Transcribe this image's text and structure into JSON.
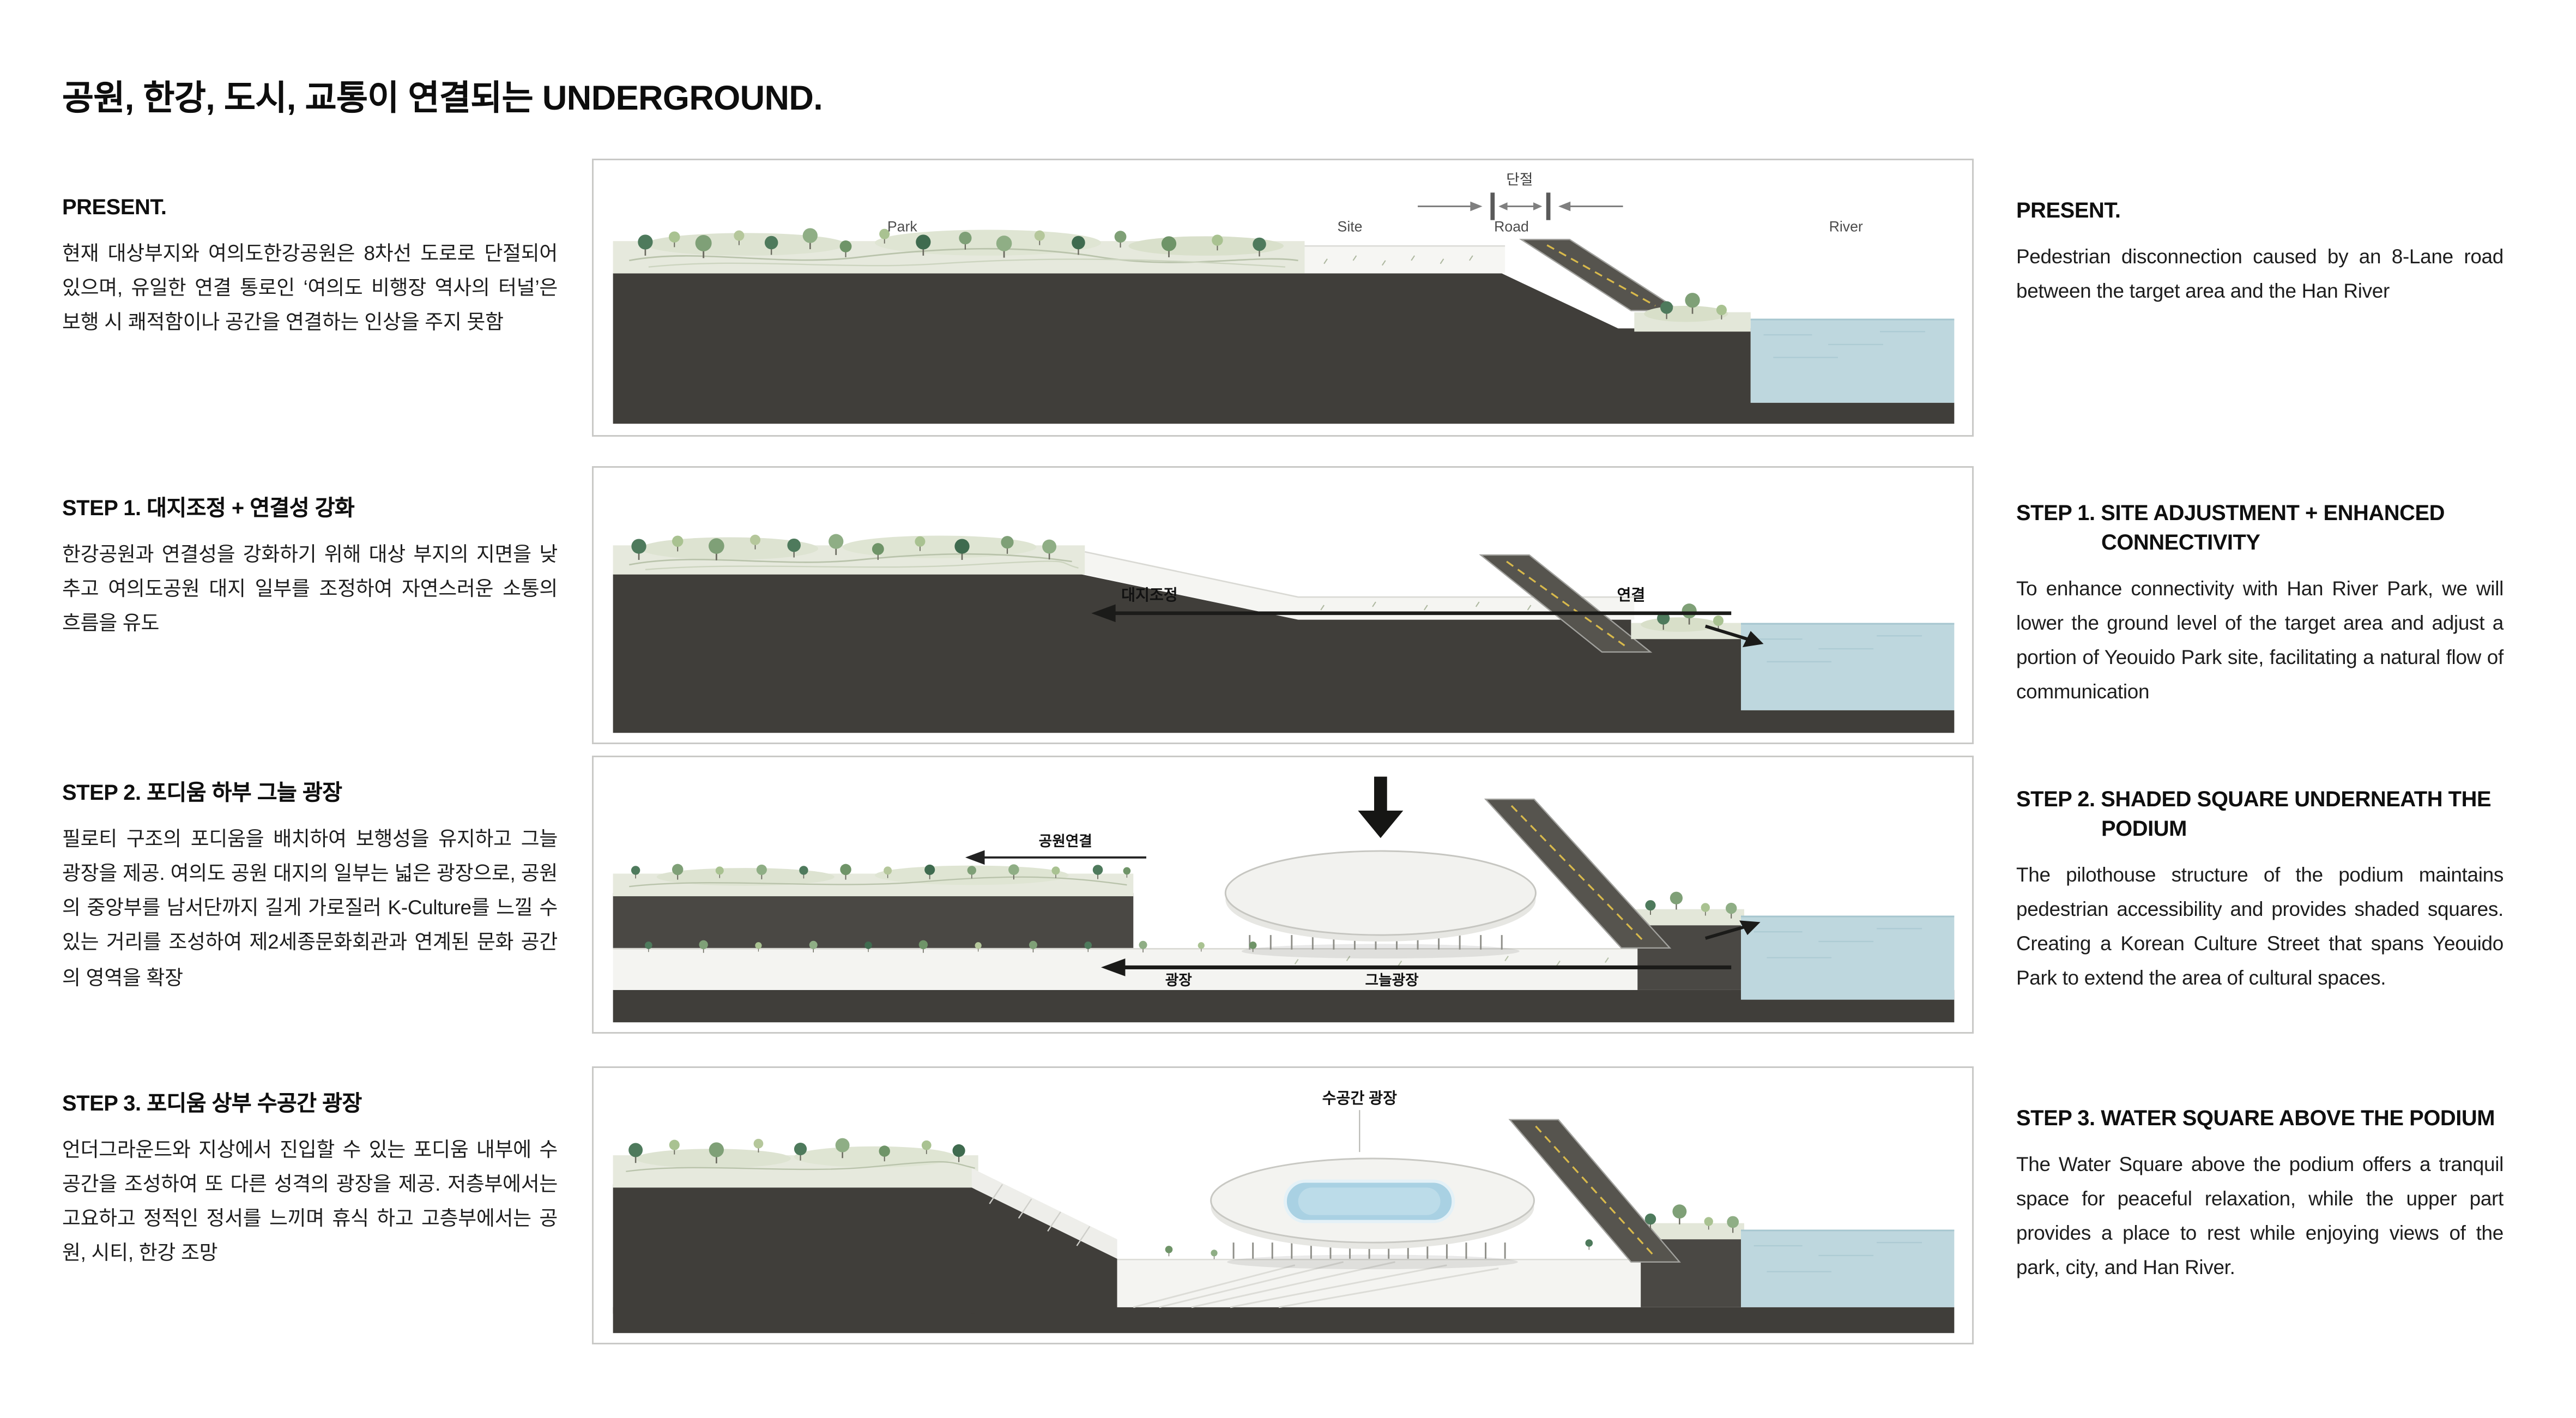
{
  "title": "공원, 한강, 도시, 교통이 연결되는 UNDERGROUND.",
  "rows": [
    {
      "left": {
        "heading": "PRESENT.",
        "body": "현재 대상부지와 여의도한강공원은 8차선 도로로 단절되어 있으며, 유일한 연결 통로인 ‘여의도 비행장 역사의 터널’은 보행 시 쾌적함이나 공간을 연결하는 인상을 주지 못함"
      },
      "right": {
        "heading": "PRESENT.",
        "body": "Pedestrian disconnection caused by an 8-Lane road between the target area and the Han River"
      },
      "labels": {
        "park": "Park",
        "site": "Site",
        "road": "Road",
        "river": "River",
        "severance": "단절"
      }
    },
    {
      "left": {
        "heading": "STEP 1.  대지조정 + 연결성 강화",
        "body": "한강공원과 연결성을 강화하기 위해 대상 부지의 지면을 낮추고 여의도공원 대지 일부를 조정하여 자연스러운 소통의 흐름을 유도"
      },
      "right": {
        "heading": "STEP 1.  SITE ADJUSTMENT + ENHANCED CONNECTIVITY",
        "body": "To enhance connectivity with Han River Park, we will lower the ground level of the target area and adjust a portion of Yeouido Park site, facilitating a natural flow of communication"
      },
      "labels": {
        "site_adjust": "대지조정",
        "connect": "연결"
      }
    },
    {
      "left": {
        "heading": "STEP 2.  포디움 하부 그늘 광장",
        "body": "필로티 구조의 포디움을 배치하여 보행성을 유지하고 그늘 광장을 제공. 여의도 공원 대지의 일부는 넓은 광장으로, 공원의 중앙부를 남서단까지 길게 가로질러 K-Culture를 느낄 수 있는 거리를 조성하여 제2세종문화회관과 연계된 문화 공간의 영역을 확장"
      },
      "right": {
        "heading": "STEP 2.  SHADED SQUARE UNDERNEATH THE PODIUM",
        "body": "The pilothouse structure of the podium maintains pedestrian accessibility and provides shaded squares. Creating a Korean Culture Street that spans Yeouido Park to extend the area of cultural spaces."
      },
      "labels": {
        "park_connect": "공원연결",
        "square": "광장",
        "shaded_square": "그늘광장"
      }
    },
    {
      "left": {
        "heading": "STEP 3.  포디움 상부 수공간 광장",
        "body": "언더그라운드와 지상에서 진입할 수 있는 포디움 내부에 수공간을 조성하여 또 다른 성격의 광장을 제공. 저층부에서는 고요하고 정적인 정서를 느끼며 휴식 하고 고층부에서는 공원, 시티, 한강 조망"
      },
      "right": {
        "heading": "STEP 3.  WATER SQUARE ABOVE THE PODIUM",
        "body": "The Water Square above the podium offers a tranquil space for peaceful relaxation, while the upper part provides a place to rest while enjoying views of the park, city, and Han River."
      },
      "labels": {
        "water_square": "수공간 광장"
      }
    }
  ],
  "colors": {
    "ground_dark": "#403e3a",
    "park_green": "#e6e9dd",
    "tree_greens": [
      "#4e7a5c",
      "#7fa077",
      "#a9c291",
      "#8fae85",
      "#6f9468",
      "#b5c79b",
      "#3f6b4f"
    ],
    "road_gray": "#56544e",
    "road_line_yellow": "#d8b94b",
    "river_blue": "#bed7de",
    "arrow_black": "#1b1b19"
  }
}
